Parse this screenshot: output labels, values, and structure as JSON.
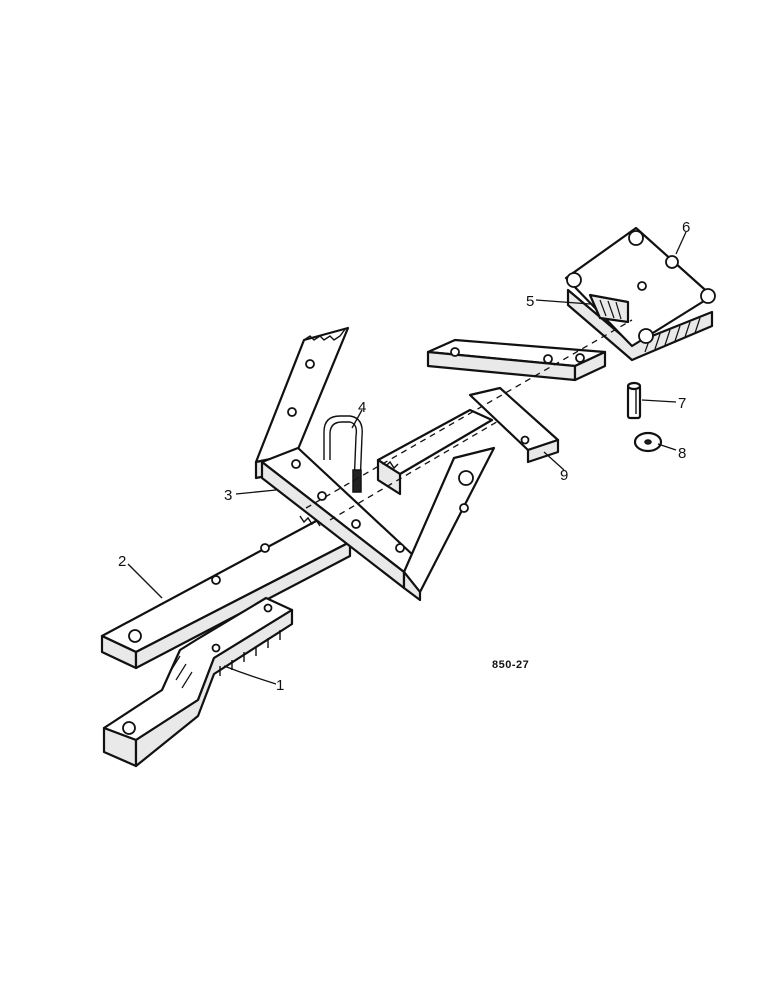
{
  "diagram": {
    "figure_code": "850-27",
    "callouts": [
      {
        "id": "1",
        "label": "1"
      },
      {
        "id": "2",
        "label": "2"
      },
      {
        "id": "3",
        "label": "3"
      },
      {
        "id": "4",
        "label": "4"
      },
      {
        "id": "5",
        "label": "5"
      },
      {
        "id": "6",
        "label": "6"
      },
      {
        "id": "7",
        "label": "7"
      },
      {
        "id": "8",
        "label": "8"
      },
      {
        "id": "9",
        "label": "9"
      }
    ]
  }
}
